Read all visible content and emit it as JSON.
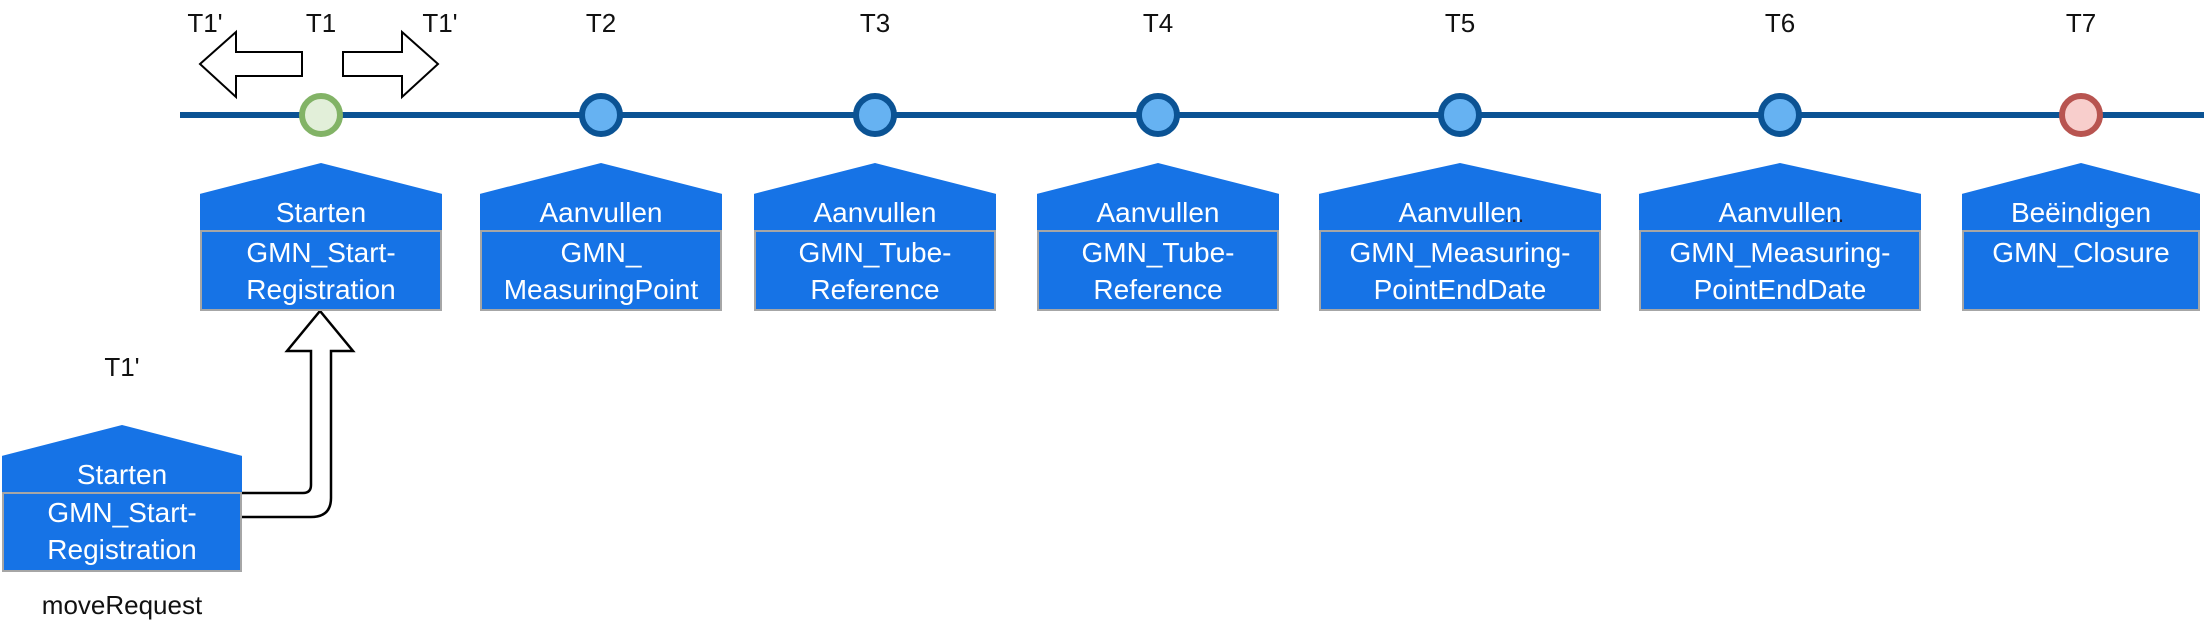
{
  "timeline": {
    "events": [
      {
        "label": "T1",
        "action": "Starten",
        "line1": "GMN_Start-",
        "line2": "Registration",
        "node_type": "start"
      },
      {
        "label": "T2",
        "action": "Aanvullen",
        "line1": "GMN_",
        "line2": "MeasuringPoint",
        "node_type": "intermediate"
      },
      {
        "label": "T3",
        "action": "Aanvullen",
        "line1": "GMN_Tube-",
        "line2": "Reference",
        "node_type": "intermediate"
      },
      {
        "label": "T4",
        "action": "Aanvullen",
        "line1": "GMN_Tube-",
        "line2": "Reference",
        "node_type": "intermediate"
      },
      {
        "label": "T5",
        "action": "Aanvullen",
        "dots": "...",
        "line1": "GMN_Measuring-",
        "line2": "PointEndDate",
        "node_type": "intermediate"
      },
      {
        "label": "T6",
        "action": "Aanvullen",
        "dots": "...",
        "line1": "GMN_Measuring-",
        "line2": "PointEndDate",
        "node_type": "intermediate"
      },
      {
        "label": "T7",
        "action": "Beëindigen",
        "line1": "GMN_Closure",
        "line2": "",
        "node_type": "end"
      }
    ]
  },
  "move_markers": {
    "left_label": "T1'",
    "right_label": "T1'"
  },
  "move_request": {
    "label": "T1'",
    "action": "Starten",
    "line1": "GMN_Start-",
    "line2": "Registration",
    "caption": "moveRequest"
  },
  "colors": {
    "box_blue": "#1673E6",
    "timeline_blue": "#0B5394",
    "node_blue_fill": "#66B2F2",
    "node_green_border": "#82B366",
    "node_green_fill": "#E2EFD9",
    "node_red_border": "#B85450",
    "node_red_fill": "#F8CECC",
    "box_border_gray": "#A6A6A6"
  }
}
